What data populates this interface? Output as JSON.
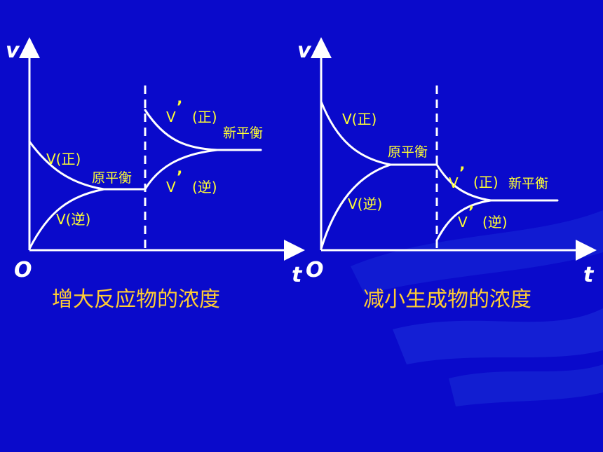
{
  "colors": {
    "background": "#0a0acb",
    "curve": "#ffffff",
    "label": "#ffff33",
    "caption": "#ffcc33"
  },
  "left_diagram": {
    "y_axis_label": "v",
    "x_axis_label": "t",
    "origin_label": "O",
    "forward_label": "V(正)",
    "reverse_label": "V(逆)",
    "original_eq_label": "原平衡",
    "new_forward_label_v": "V",
    "new_forward_label_tag": "(正)",
    "new_reverse_label_v": "V",
    "new_reverse_label_tag": "(逆)",
    "new_eq_label": "新平衡",
    "caption": "增大反应物的浓度"
  },
  "right_diagram": {
    "y_axis_label": "v",
    "x_axis_label": "t",
    "origin_label": "O",
    "forward_label": "V(正)",
    "reverse_label": "V(逆)",
    "original_eq_label": "原平衡",
    "new_forward_label_v": "V",
    "new_forward_label_tag": "(正)",
    "new_reverse_label_v": "V",
    "new_reverse_label_tag": "(逆)",
    "new_eq_label": "新平衡",
    "caption": "减小生成物的浓度"
  }
}
